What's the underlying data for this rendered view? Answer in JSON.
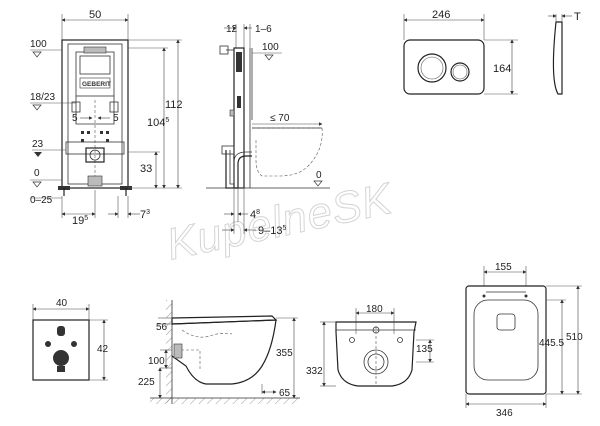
{
  "watermark": "KupelneSK",
  "frame_front": {
    "width": "50",
    "top_ref": "100",
    "flush_ref": "18/23",
    "brand": "GEBERIT",
    "offset_left": "5",
    "offset_right": "5",
    "outlet_ref": "23",
    "floor_ref": "0",
    "floor_range": "0–25",
    "bottom_left": "19",
    "bottom_left_sup": "5",
    "bottom_right": "7",
    "bottom_right_sup": "3",
    "height_total": "112",
    "height_inner": "104",
    "height_inner_sup": "5",
    "height_lower": "33"
  },
  "frame_side": {
    "depth": "12",
    "wall_range": "1–6",
    "top_ref": "100",
    "bowl_projection": "≤ 70",
    "floor_ref": "0",
    "dim_a": "4",
    "dim_a_sup": "8",
    "dim_b": "9–13",
    "dim_b_sup": "5"
  },
  "flush_plate": {
    "width": "246",
    "height": "164",
    "thickness_label": "T"
  },
  "wall_plate": {
    "width": "40",
    "height": "42"
  },
  "toilet_side": {
    "dim_56": "56",
    "dim_100": "100",
    "dim_225": "225",
    "dim_355": "355",
    "dim_65": "65"
  },
  "toilet_front": {
    "width": "180",
    "dim_135": "135",
    "dim_332": "332"
  },
  "toilet_top": {
    "hole_spacing": "155",
    "length_total": "510",
    "length_partial": "445.5",
    "width": "346"
  }
}
